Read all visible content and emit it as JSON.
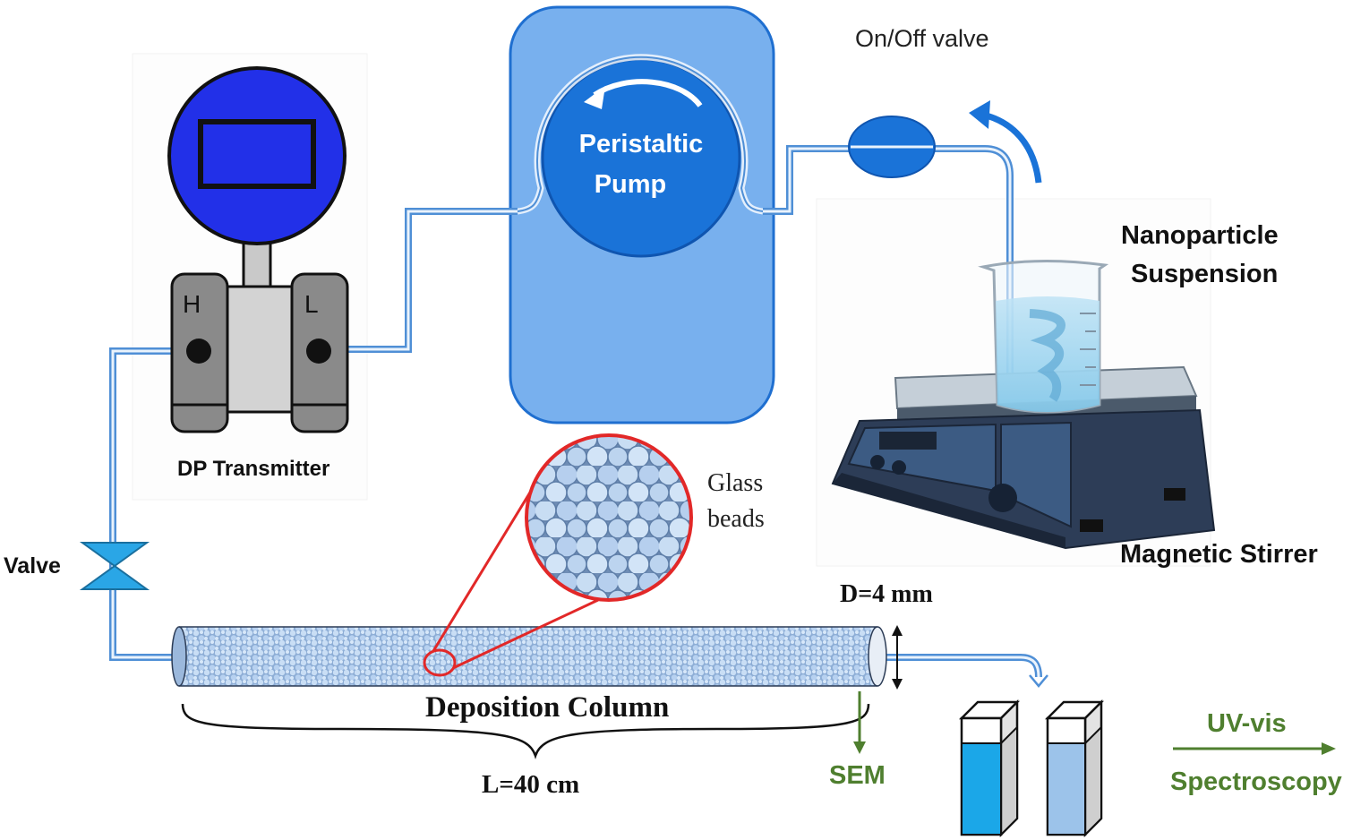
{
  "labels": {
    "pump_line1": "Peristaltic",
    "pump_line2": "Pump",
    "onoff_valve": "On/Off valve",
    "nanoparticle_line1": "Nanoparticle",
    "nanoparticle_line2": "Suspension",
    "magnetic_stirrer": "Magnetic Stirrer",
    "dp_transmitter": "DP Transmitter",
    "port_h": "H",
    "port_l": "L",
    "valve": "Valve",
    "glass_beads_line1": "Glass",
    "glass_beads_line2": "beads",
    "diameter": "D=4 mm",
    "deposition_column": "Deposition Column",
    "length": "L=40 cm",
    "sem": "SEM",
    "uvvis_line1": "UV-vis",
    "uvvis_line2": "Spectroscopy"
  },
  "colors": {
    "pump_body": "#78b0ee",
    "pump_rotor": "#1a73d8",
    "tubing": "#4f8fd6",
    "transmitter_dial": "#2230e8",
    "transmitter_body": "#8a8a8a",
    "valve": "#2aa6e6",
    "column_beads": "#a9c8ec",
    "magnifier": "#e22828",
    "analysis_arrow": "#4f7f2f",
    "cuvette_dark": "#1ba7e8",
    "cuvette_light": "#9cc3ea"
  },
  "icons": [
    "peristaltic-pump-icon",
    "dp-transmitter-icon",
    "onoff-valve-icon",
    "beaker-icon",
    "magnetic-stirrer-icon",
    "valve-icon",
    "column-icon",
    "magnifier-icon",
    "cuvette-icon"
  ]
}
